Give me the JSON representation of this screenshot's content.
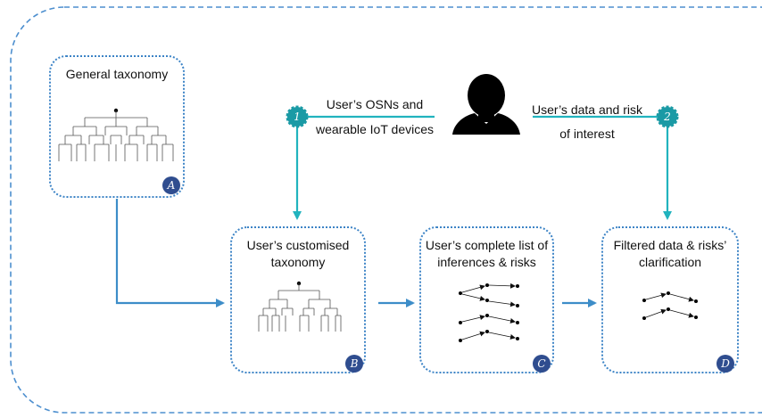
{
  "colors": {
    "frame_border": "#4d8fcf",
    "box_border": "#3d84c6",
    "arrow_blue": "#3d8dc8",
    "arrow_teal": "#21b3be",
    "step_marker": "#1a9aa5",
    "badge_fill": "#2f4d8f",
    "ink": "#111111"
  },
  "boxes": {
    "a": {
      "title": "General taxonomy",
      "badge": "A"
    },
    "b": {
      "title_line1": "User’s customised",
      "title_line2": "taxonomy",
      "badge": "B"
    },
    "c": {
      "title_line1": "User’s complete list of",
      "title_line2": "inferences & risks",
      "badge": "C"
    },
    "d": {
      "title_line1": "Filtered data & risks’",
      "title_line2": "clarification",
      "badge": "D"
    }
  },
  "steps": {
    "one": {
      "number": "1",
      "label_line1": "User’s OSNs and",
      "label_line2": "wearable IoT devices"
    },
    "two": {
      "number": "2",
      "label_line1": "User’s data and risk",
      "label_line2": "of interest"
    }
  },
  "icons": {
    "user": "user-silhouette-icon",
    "taxonomy": "taxonomy-tree-icon",
    "inferences": "inference-arrows-icon"
  }
}
